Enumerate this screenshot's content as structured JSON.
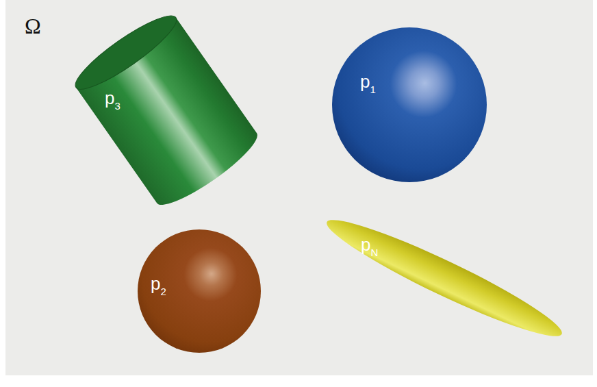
{
  "diagram": {
    "nodes": [
      {
        "text": [
          "p3"
        ]
      },
      {
        "text": [
          "p1"
        ]
      },
      {
        "text": [
          "p2"
        ]
      },
      {
        "text": [
          "pN"
        ]
      }
    ],
    "labels": [
      "Ω"
    ]
  }
}
